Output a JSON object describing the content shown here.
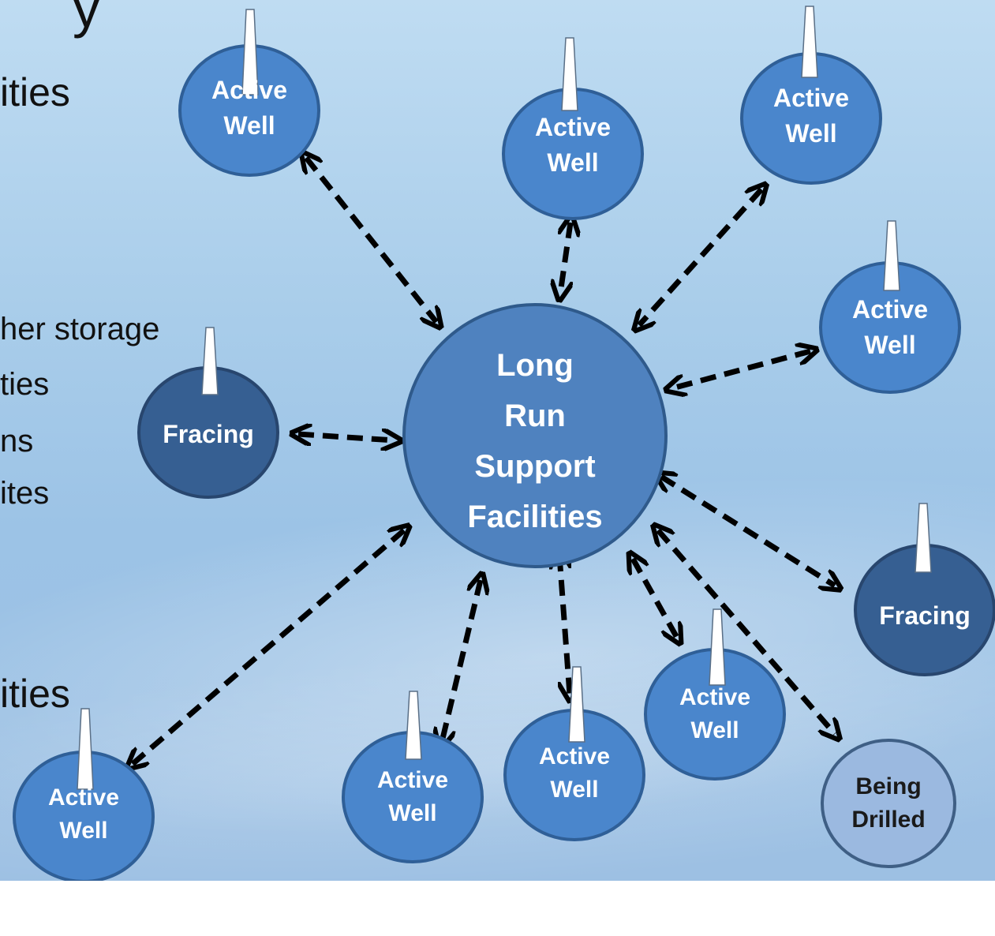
{
  "slide_text": {
    "line_y": "y",
    "line_ities_top": "ities",
    "line_storage": "her storage",
    "line_ties": "ties",
    "line_ns": "ns",
    "line_ites": "ites",
    "line_ities_bottom": "ities"
  },
  "hub": {
    "lines": [
      "Long",
      "Run",
      "Support",
      "Facilities"
    ]
  },
  "nodes": [
    {
      "label": [
        "Active",
        "Well"
      ],
      "kind": "active"
    },
    {
      "label": [
        "Active",
        "Well"
      ],
      "kind": "active"
    },
    {
      "label": [
        "Active",
        "Well"
      ],
      "kind": "active"
    },
    {
      "label": [
        "Active",
        "Well"
      ],
      "kind": "active"
    },
    {
      "label": [
        "Fracing"
      ],
      "kind": "fracing"
    },
    {
      "label": [
        "Fracing"
      ],
      "kind": "fracing"
    },
    {
      "label": [
        "Active",
        "Well"
      ],
      "kind": "active"
    },
    {
      "label": [
        "Active",
        "Well"
      ],
      "kind": "active"
    },
    {
      "label": [
        "Active",
        "Well"
      ],
      "kind": "active"
    },
    {
      "label": [
        "Active",
        "Well"
      ],
      "kind": "active"
    },
    {
      "label": [
        "Being",
        "Drilled"
      ],
      "kind": "drilling"
    }
  ],
  "colors": {
    "active_fill": "#4a86cc",
    "active_stroke": "#2f5f97",
    "fracing_fill": "#365f92",
    "fracing_stroke": "#28466e",
    "drilling_fill": "#9bb9e0",
    "drilling_stroke": "#3f5f85",
    "hub_fill": "#4f82bf",
    "hub_stroke": "#2f5a8b",
    "arrow": "#000000",
    "derrick": "#ffffff"
  },
  "icons": [
    "derrick-icon",
    "dashed-double-arrow"
  ]
}
